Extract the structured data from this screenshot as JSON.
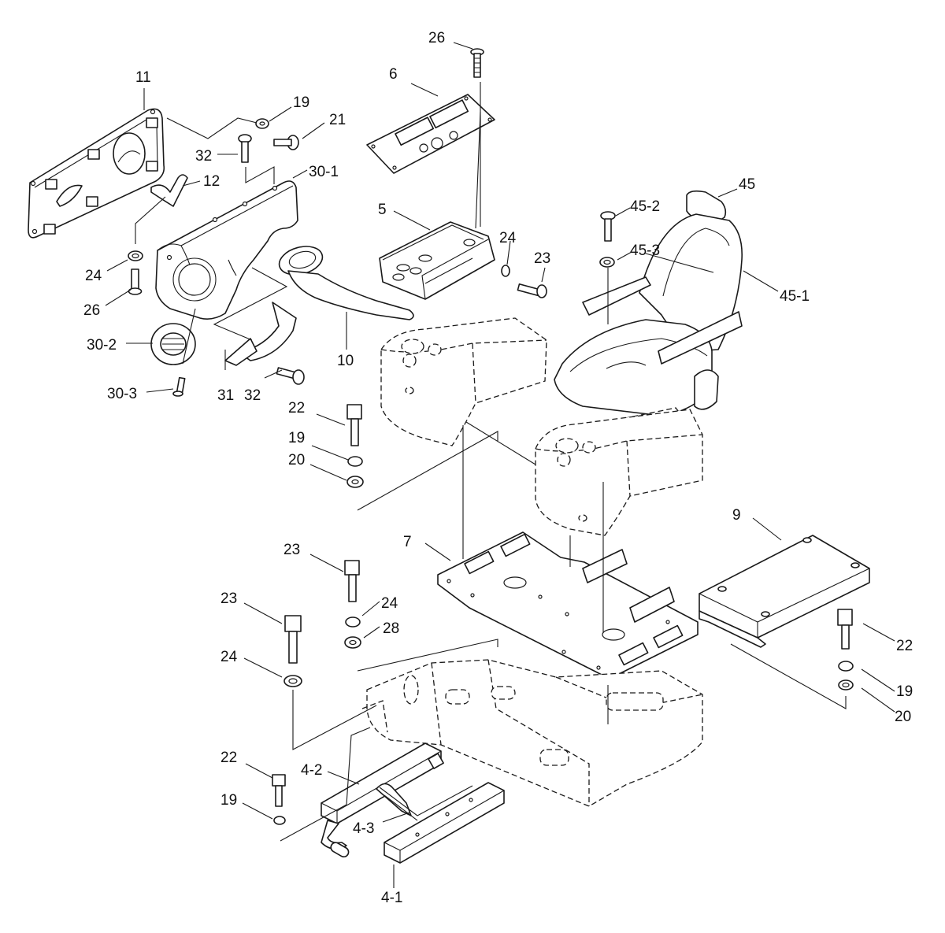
{
  "diagram": {
    "type": "exploded-parts-diagram",
    "labels": {
      "l_26_top": "26",
      "l_6": "6",
      "l_11": "11",
      "l_19_top": "19",
      "l_21": "21",
      "l_32_top": "32",
      "l_30_1": "30-1",
      "l_12": "12",
      "l_5": "5",
      "l_45": "45",
      "l_45_2": "45-2",
      "l_24_mid": "24",
      "l_23_mid": "23",
      "l_45_3": "45-3",
      "l_45_1": "45-1",
      "l_24_left": "24",
      "l_26_left": "26",
      "l_30_2": "30-2",
      "l_10": "10",
      "l_30_3": "30-3",
      "l_31": "31",
      "l_32_bot": "32",
      "l_22_a": "22",
      "l_19_a": "19",
      "l_20_a": "20",
      "l_7": "7",
      "l_9": "9",
      "l_23_b": "23",
      "l_23_c": "23",
      "l_24_b": "24",
      "l_28": "28",
      "l_22_right": "22",
      "l_19_right": "19",
      "l_20_right": "20",
      "l_24_c": "24",
      "l_22_bot": "22",
      "l_4_2": "4-2",
      "l_19_bot": "19",
      "l_4_3": "4-3",
      "l_4_1": "4-1"
    }
  }
}
